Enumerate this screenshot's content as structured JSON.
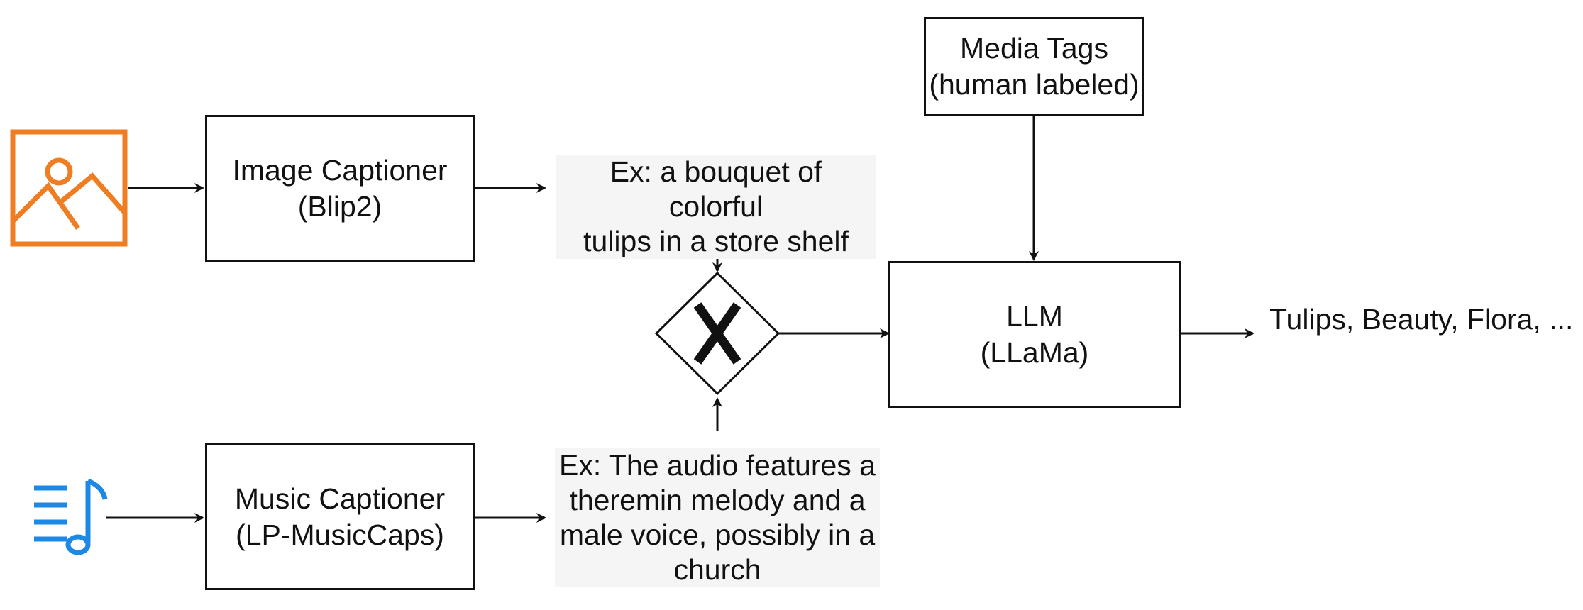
{
  "colors": {
    "image_icon": "#EF7D22",
    "music_icon": "#1E88E5",
    "stroke": "#111111",
    "caption_bg": "#F5F5F5"
  },
  "icons": {
    "image": "image-icon",
    "music": "music-note-list-icon",
    "gateway": "exclusive-gateway-icon"
  },
  "image_captioner": {
    "line1": "Image Captioner",
    "line2": "(Blip2)"
  },
  "music_captioner": {
    "line1": "Music Captioner",
    "line2": "(LP-MusicCaps)"
  },
  "media_tags": {
    "line1": "Media Tags",
    "line2": "(human labeled)"
  },
  "llm": {
    "line1": "LLM",
    "line2": "(LLaMa)"
  },
  "image_caption_example": {
    "line1": "Ex: a bouquet of colorful",
    "line2": "tulips in a store shelf"
  },
  "music_caption_example": {
    "line1": "Ex: The audio features a",
    "line2": "theremin melody and a",
    "line3": "male voice, possibly in a",
    "line4": "church"
  },
  "output_text": "Tulips, Beauty, Flora, ..."
}
